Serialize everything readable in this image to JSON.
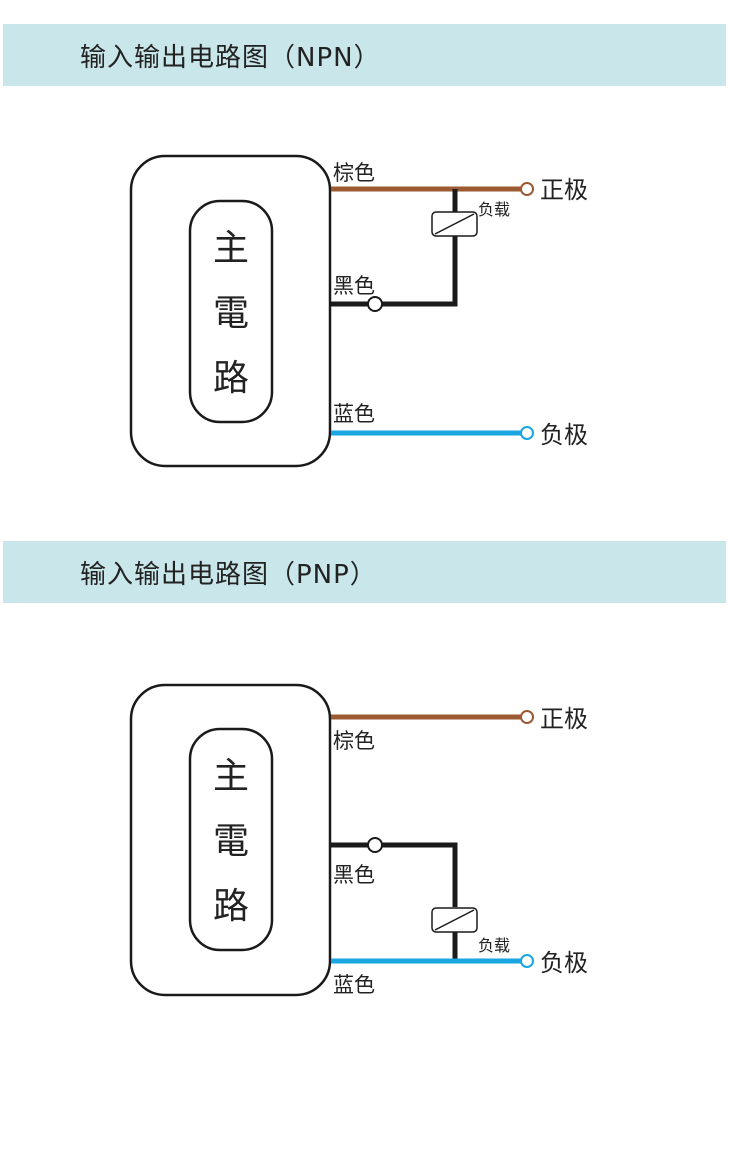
{
  "diagrams": [
    {
      "title": "输入输出电路图（NPN）",
      "circuit_label": [
        "主",
        "電",
        "路"
      ],
      "wires": {
        "brown": "棕色",
        "black": "黑色",
        "blue": "蓝色"
      },
      "terminals": {
        "positive": "正极",
        "negative": "负极"
      },
      "load": "负载"
    },
    {
      "title": "输入输出电路图（PNP）",
      "circuit_label": [
        "主",
        "電",
        "路"
      ],
      "wires": {
        "brown": "棕色",
        "black": "黑色",
        "blue": "蓝色"
      },
      "terminals": {
        "positive": "正极",
        "negative": "负极"
      },
      "load": "负载"
    }
  ],
  "colors": {
    "brown": "#9b5a32",
    "blue": "#1aa6e0",
    "black": "#1a1a1a",
    "band": "#c9e6ea"
  }
}
